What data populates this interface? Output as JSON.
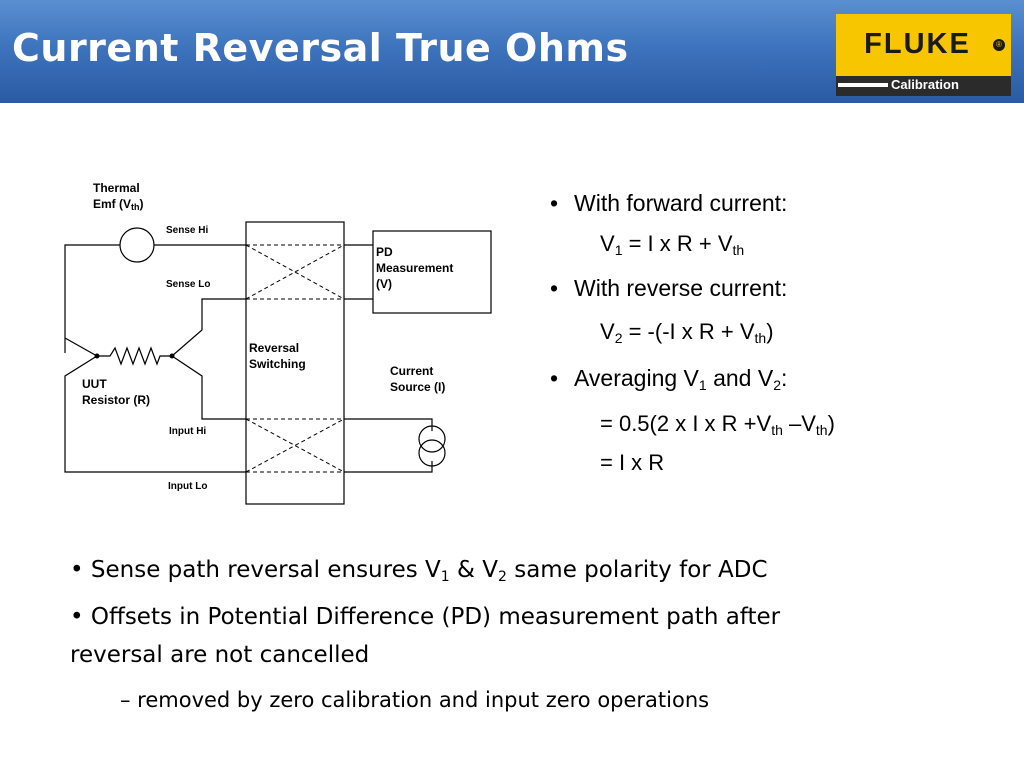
{
  "slide": {
    "title": "Current Reversal True Ohms"
  },
  "logo": {
    "brand": "FLUKE",
    "reg_mark": "®",
    "subtitle": "Calibration"
  },
  "diagram": {
    "thermal_emf": [
      "Thermal",
      "Emf (V",
      "th",
      ")"
    ],
    "sense_hi": "Sense Hi",
    "sense_lo": "Sense Lo",
    "uut": [
      "UUT",
      "Resistor (R)"
    ],
    "input_hi": "Input Hi",
    "input_lo": "Input Lo",
    "reversal": [
      "Reversal",
      "Switching"
    ],
    "pd": [
      "PD",
      "Measurement",
      "(V)"
    ],
    "current_source": [
      "Current",
      "Source (I)"
    ]
  },
  "bullets_right": {
    "forward_label": "With forward current:",
    "forward_eq": [
      "V",
      "1",
      " = I x R + V",
      "th"
    ],
    "reverse_label": "With reverse current:",
    "reverse_eq": [
      "V",
      "2",
      " = -(-I x R + V",
      "th",
      ")"
    ],
    "avg_label": [
      "Averaging V",
      "1",
      " and V",
      "2",
      ":"
    ],
    "avg_eq1": [
      "= 0.5(2 x I x R +V",
      "th",
      " –V",
      "th",
      ")"
    ],
    "avg_eq2": "= I x R"
  },
  "bullets_bottom": {
    "b1": [
      "• Sense path reversal ensures V",
      "1",
      " & V",
      "2",
      " same polarity for ADC"
    ],
    "b2_line1": "• Offsets in Potential Difference (PD) measurement path after",
    "b2_line2": "reversal are not cancelled",
    "sub": "–  removed by zero calibration and input zero operations"
  },
  "bullet_glyph": "•"
}
